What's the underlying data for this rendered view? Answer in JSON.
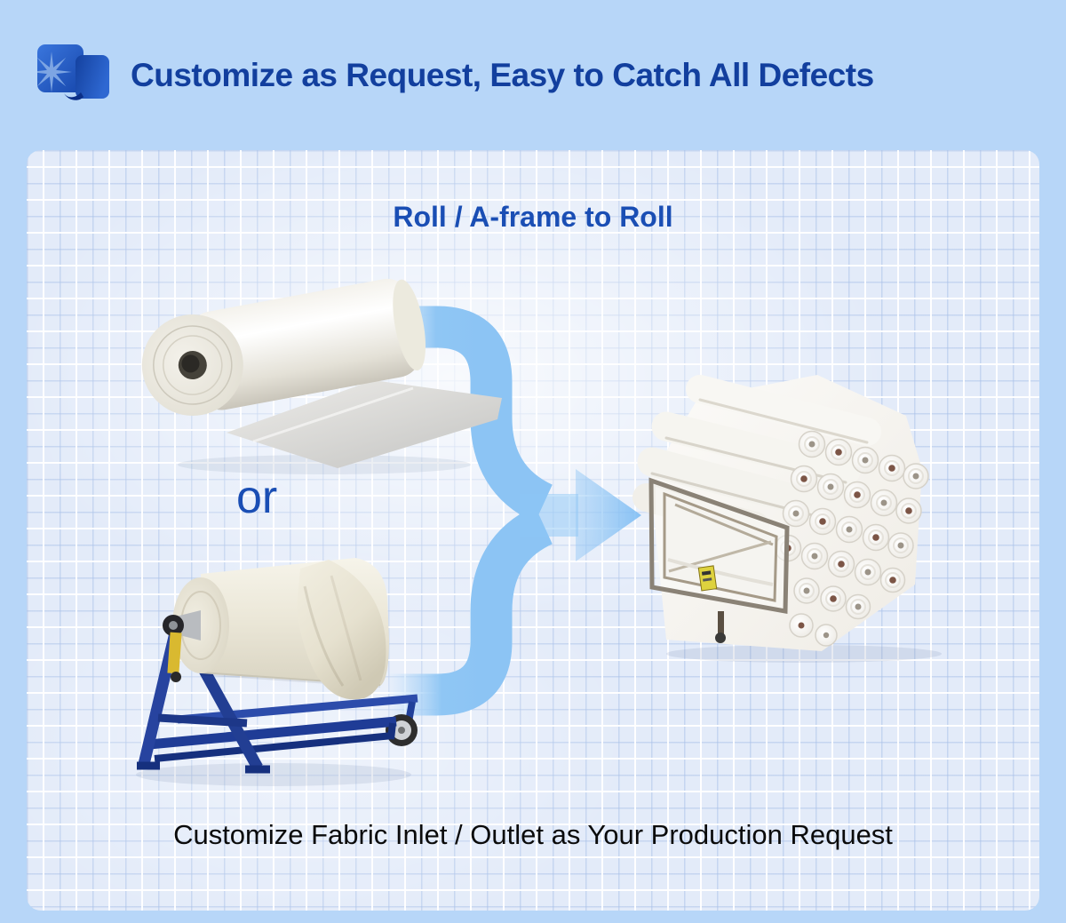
{
  "header": {
    "title": "Customize as Request, Easy to Catch All Defects",
    "icon": "fabric-scan-sparkle-icon"
  },
  "panel": {
    "title": "Roll / A-frame to Roll",
    "or_label": "or",
    "caption": "Customize Fabric Inlet / Outlet as Your Production Request",
    "illustrations": {
      "top_left": "white-fabric-roll-image",
      "bottom_left": "a-frame-fabric-trolley-image",
      "right": "stacked-fabric-rolls-cart-image",
      "connector": "merge-arrow-right-icon"
    }
  },
  "colors": {
    "outer_background": "#b7d6f8",
    "panel_background": "#e3ebf9",
    "grid_line_blue": "#a8c0e8",
    "grid_line_white": "#ffffff",
    "header_text": "#123f9e",
    "panel_title_text": "#1a4eb4",
    "or_text": "#1a4eb4",
    "caption_text": "#0b0b0b",
    "arrow_blue": "#8ec6f4",
    "machine_blue": "#27439f",
    "fabric_cream": "#efecdd",
    "icon_blue_light": "#2f6ad4",
    "icon_blue_dark": "#113fa2",
    "label_yellow": "#ded23e"
  }
}
